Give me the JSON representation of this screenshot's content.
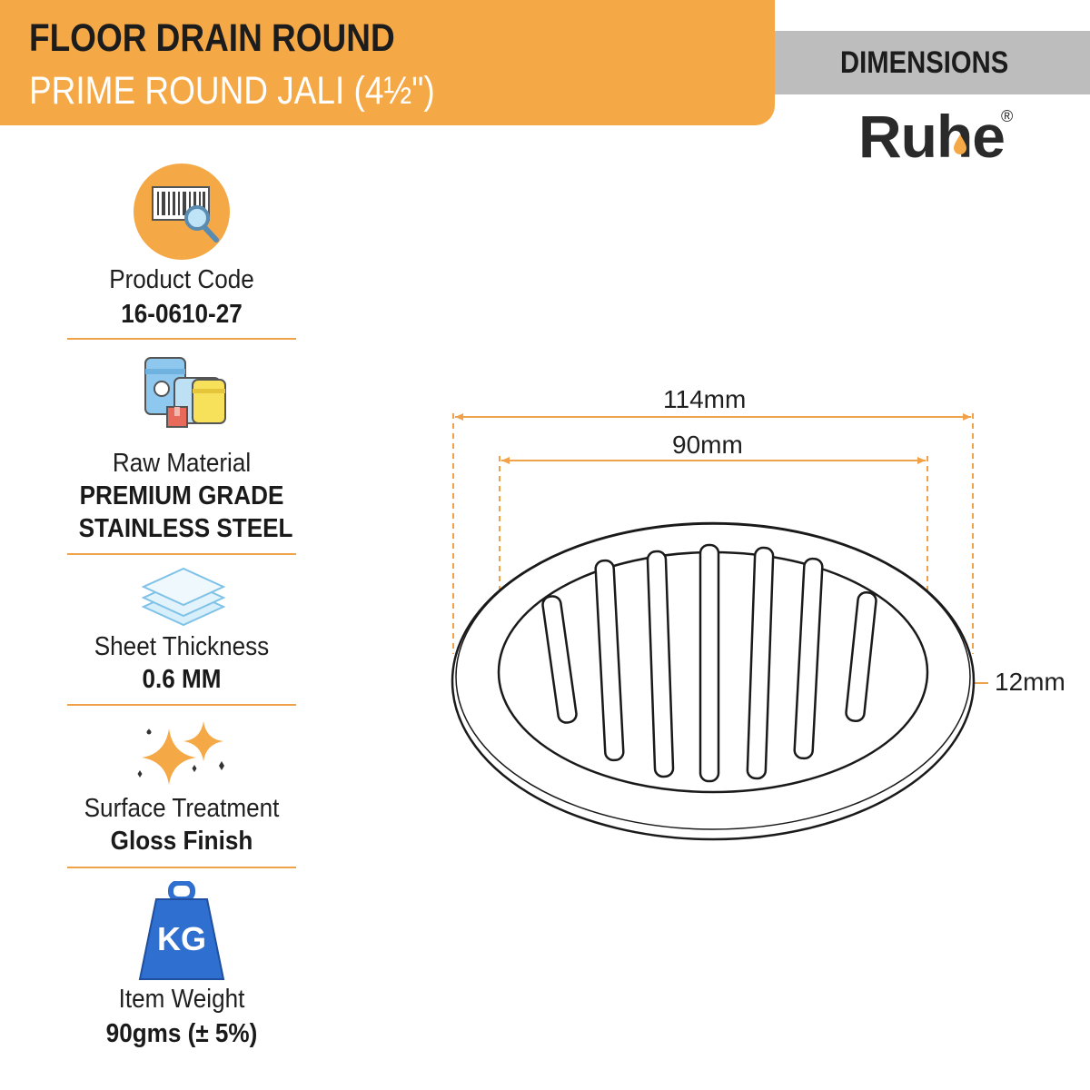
{
  "header": {
    "title": "FLOOR DRAIN ROUND",
    "subtitle": "PRIME ROUND JALI (4½\")",
    "tag": "DIMENSIONS"
  },
  "brand": {
    "name": "Ruhe",
    "registered_mark": "®"
  },
  "specs": [
    {
      "icon": "barcode-search-icon",
      "label": "Product Code",
      "value": "16-0610-27"
    },
    {
      "icon": "raw-material-containers-icon",
      "label": "Raw Material",
      "value_line1": "PREMIUM GRADE",
      "value_line2": "STAINLESS STEEL"
    },
    {
      "icon": "layered-sheets-icon",
      "label": "Sheet Thickness",
      "value": "0.6 MM"
    },
    {
      "icon": "sparkles-icon",
      "label": "Surface Treatment",
      "value": "Gloss Finish"
    },
    {
      "icon": "kg-weight-icon",
      "label": "Item Weight",
      "value": "90gms (± 5%)",
      "icon_text": "KG"
    }
  ],
  "dimensions": {
    "outer_diameter": "114mm",
    "inner_diameter": "90mm",
    "rim_width": "12mm"
  },
  "colors": {
    "accent_orange": "#f5a946",
    "dimension_line": "#f0a24b",
    "tag_gray": "#bdbdbd",
    "weight_blue": "#2f6fd0"
  }
}
